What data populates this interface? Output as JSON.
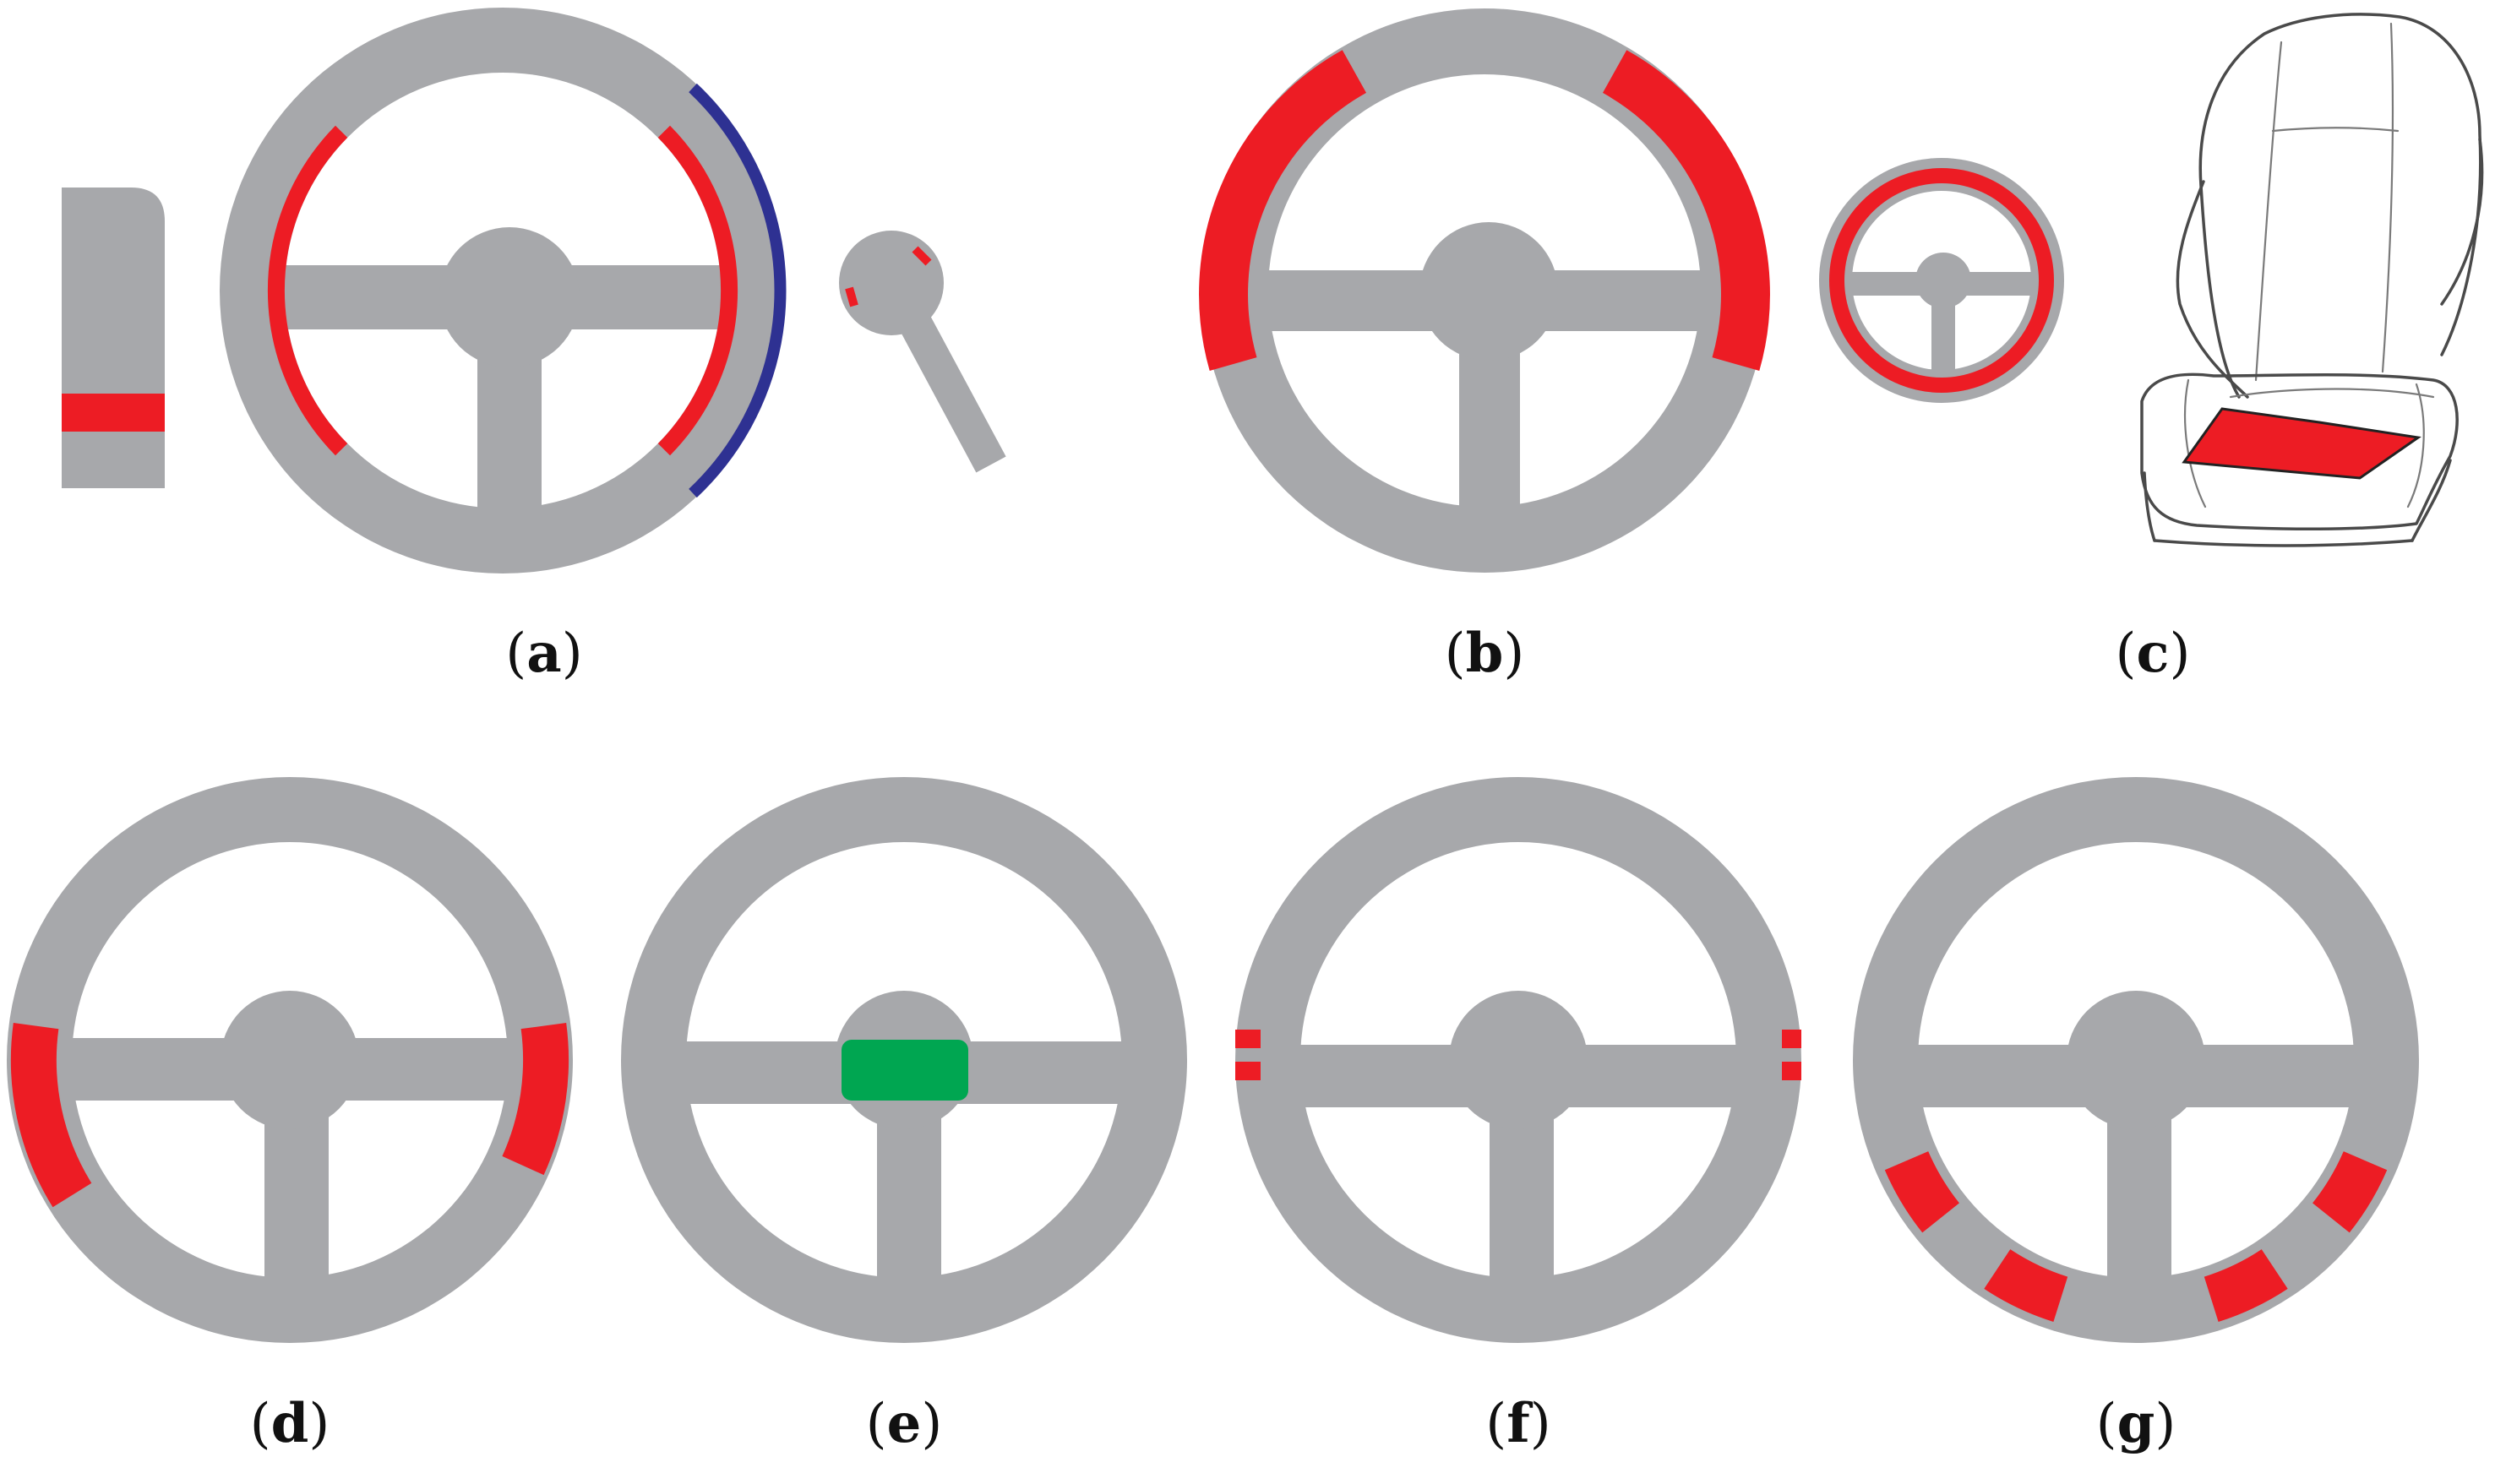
{
  "colors": {
    "wheel": "#a7a8ab",
    "sensor_red": "#ed1c24",
    "sensor_blue": "#2e3192",
    "sensor_green": "#00a651",
    "background": "#ffffff"
  },
  "panels": [
    {
      "id": "a",
      "label": "a",
      "description_items": [
        "lever-sensor",
        "steering-wheel-rim-sensors",
        "blue-rim-arc",
        "stalk-sensor"
      ]
    },
    {
      "id": "b",
      "label": "b"
    },
    {
      "id": "c",
      "label": "c"
    },
    {
      "id": "d",
      "label": "d"
    },
    {
      "id": "e",
      "label": "e"
    },
    {
      "id": "f",
      "label": "f"
    },
    {
      "id": "g",
      "label": "g"
    }
  ],
  "captions": {
    "a": {
      "open": "(",
      "letter": "a",
      "close": ")"
    },
    "b": {
      "open": "(",
      "letter": "b",
      "close": ")"
    },
    "c": {
      "open": "(",
      "letter": "c",
      "close": ")"
    },
    "d": {
      "open": "(",
      "letter": "d",
      "close": ")"
    },
    "e": {
      "open": "(",
      "letter": "e",
      "close": ")"
    },
    "f": {
      "open": "(",
      "letter": "f",
      "close": ")"
    },
    "g": {
      "open": "(",
      "letter": "g",
      "close": ")"
    }
  },
  "icons": [
    "steering-wheel-icon",
    "gear-lever-icon",
    "stalk-icon",
    "car-seat-icon"
  ]
}
